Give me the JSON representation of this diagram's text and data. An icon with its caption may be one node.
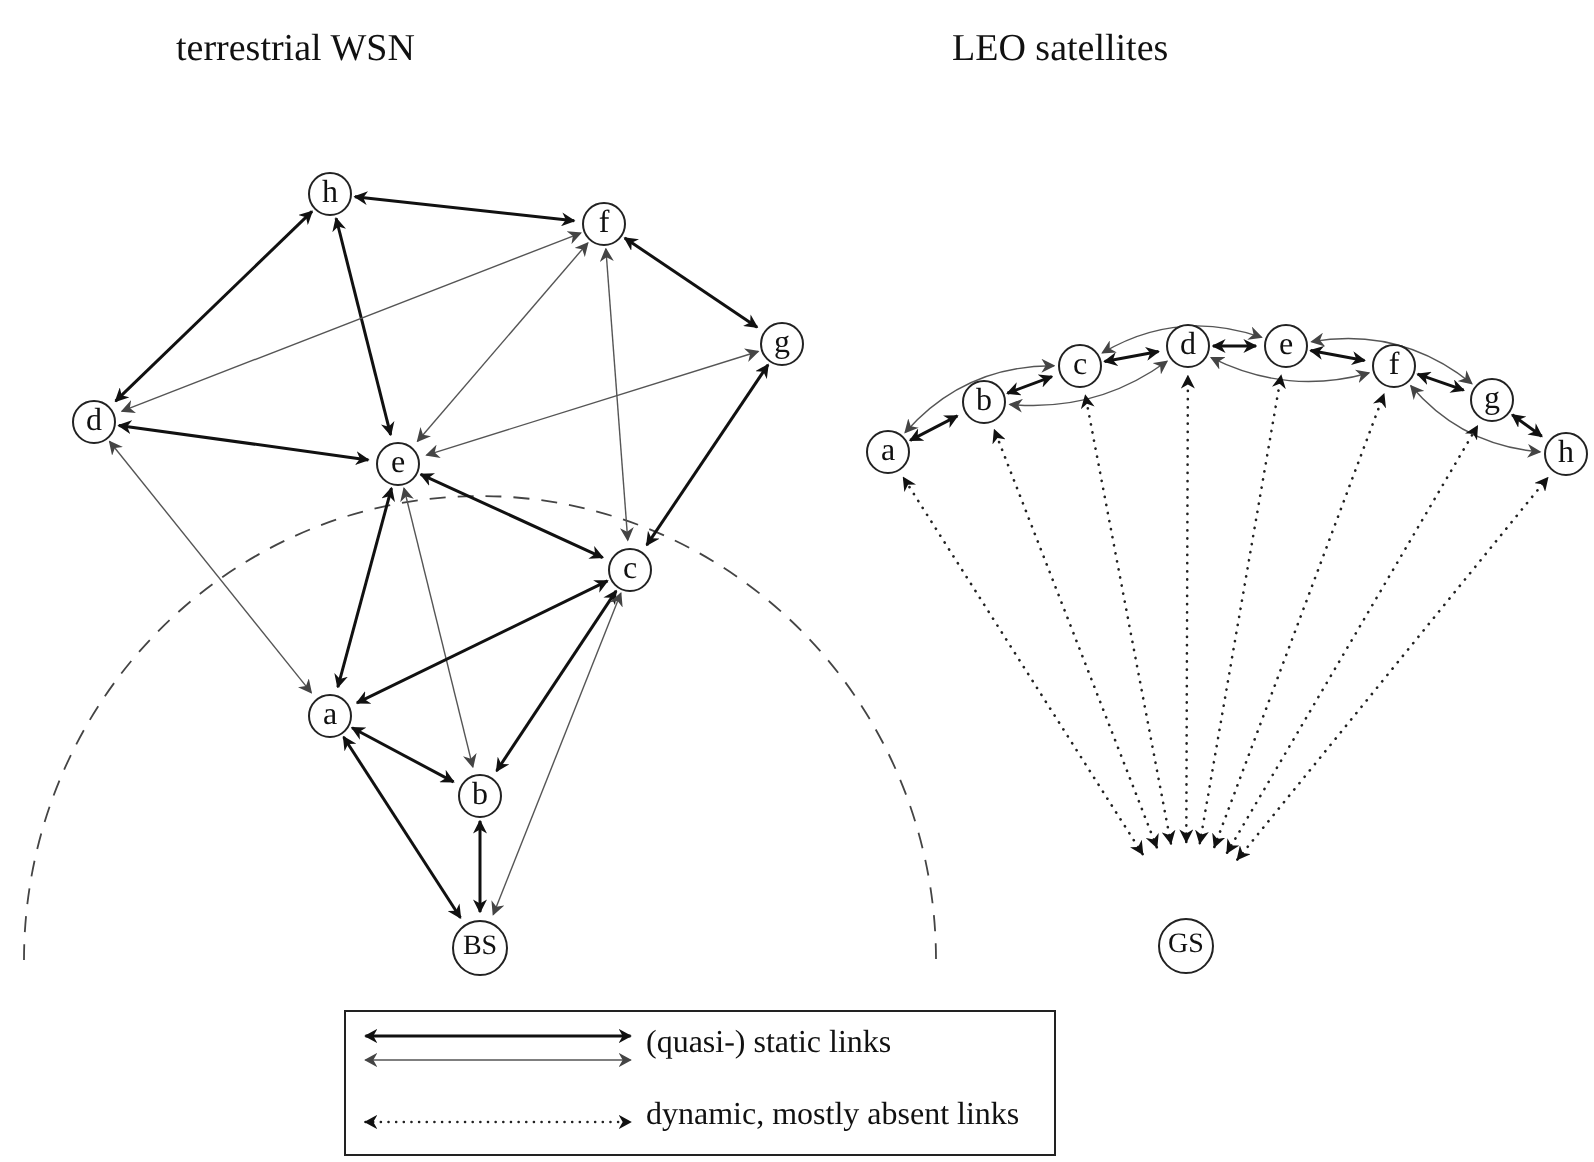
{
  "diagram": {
    "nodes": [
      {
        "text": [
          "h"
        ]
      },
      {
        "text": [
          "f"
        ]
      },
      {
        "text": [
          "g"
        ]
      },
      {
        "text": [
          "d"
        ]
      },
      {
        "text": [
          "e"
        ]
      },
      {
        "text": [
          "c"
        ]
      },
      {
        "text": [
          "a"
        ]
      },
      {
        "text": [
          "b"
        ]
      },
      {
        "text": [
          "BS"
        ]
      },
      {
        "text": [
          "a"
        ]
      },
      {
        "text": [
          "b"
        ]
      },
      {
        "text": [
          "c"
        ]
      },
      {
        "text": [
          "d"
        ]
      },
      {
        "text": [
          "e"
        ]
      },
      {
        "text": [
          "f"
        ]
      },
      {
        "text": [
          "g"
        ]
      },
      {
        "text": [
          "h"
        ]
      },
      {
        "text": [
          "GS"
        ]
      }
    ],
    "edges": [
      {
        "from": 0,
        "to": 1,
        "arrow": "both"
      },
      {
        "from": 0,
        "to": 3,
        "arrow": "both"
      },
      {
        "from": 0,
        "to": 4,
        "arrow": "both"
      },
      {
        "from": 1,
        "to": 3,
        "arrow": "both",
        "color": "#555555"
      },
      {
        "from": 1,
        "to": 4,
        "arrow": "both",
        "color": "#555555"
      },
      {
        "from": 1,
        "to": 2,
        "arrow": "both"
      },
      {
        "from": 1,
        "to": 5,
        "arrow": "both",
        "color": "#555555"
      },
      {
        "from": 2,
        "to": 4,
        "arrow": "both",
        "color": "#555555"
      },
      {
        "from": 2,
        "to": 5,
        "arrow": "both"
      },
      {
        "from": 3,
        "to": 4,
        "arrow": "both"
      },
      {
        "from": 3,
        "to": 6,
        "arrow": "both",
        "color": "#555555"
      },
      {
        "from": 4,
        "to": 5,
        "arrow": "both"
      },
      {
        "from": 4,
        "to": 6,
        "arrow": "both"
      },
      {
        "from": 4,
        "to": 7,
        "arrow": "both",
        "color": "#555555"
      },
      {
        "from": 5,
        "to": 6,
        "arrow": "both"
      },
      {
        "from": 5,
        "to": 7,
        "arrow": "both"
      },
      {
        "from": 5,
        "to": 8,
        "arrow": "both",
        "color": "#555555"
      },
      {
        "from": 6,
        "to": 7,
        "arrow": "both"
      },
      {
        "from": 6,
        "to": 8,
        "arrow": "both"
      },
      {
        "from": 7,
        "to": 8,
        "arrow": "both"
      },
      {
        "from": 9,
        "to": 10,
        "arrow": "both"
      },
      {
        "from": 10,
        "to": 11,
        "arrow": "both"
      },
      {
        "from": 11,
        "to": 12,
        "arrow": "both"
      },
      {
        "from": 12,
        "to": 13,
        "arrow": "both"
      },
      {
        "from": 13,
        "to": 14,
        "arrow": "both"
      },
      {
        "from": 14,
        "to": 15,
        "arrow": "both"
      },
      {
        "from": 15,
        "to": 16,
        "arrow": "both"
      },
      {
        "from": 9,
        "to": 11,
        "arrow": "both",
        "color": "#555555"
      },
      {
        "from": 10,
        "to": 12,
        "arrow": "both",
        "color": "#555555"
      },
      {
        "from": 11,
        "to": 13,
        "arrow": "both",
        "color": "#555555"
      },
      {
        "from": 12,
        "to": 14,
        "arrow": "both",
        "color": "#555555"
      },
      {
        "from": 13,
        "to": 15,
        "arrow": "both",
        "color": "#555555"
      },
      {
        "from": 14,
        "to": 16,
        "arrow": "both",
        "color": "#555555"
      },
      {
        "from": 17,
        "to": 9,
        "arrow": "both",
        "style": "dashed"
      },
      {
        "from": 17,
        "to": 10,
        "arrow": "both",
        "style": "dashed"
      },
      {
        "from": 17,
        "to": 11,
        "arrow": "both",
        "style": "dashed"
      },
      {
        "from": 17,
        "to": 12,
        "arrow": "both",
        "style": "dashed"
      },
      {
        "from": 17,
        "to": 13,
        "arrow": "both",
        "style": "dashed"
      },
      {
        "from": 17,
        "to": 14,
        "arrow": "both",
        "style": "dashed"
      },
      {
        "from": 17,
        "to": 15,
        "arrow": "both",
        "style": "dashed"
      },
      {
        "from": 17,
        "to": 16,
        "arrow": "both",
        "style": "dashed"
      }
    ],
    "labels": [
      "terrestrial WSN",
      "LEO satellites"
    ],
    "legend": [
      {
        "text": "(quasi-) static links"
      },
      {
        "text": "dynamic, mostly absent links"
      }
    ]
  }
}
